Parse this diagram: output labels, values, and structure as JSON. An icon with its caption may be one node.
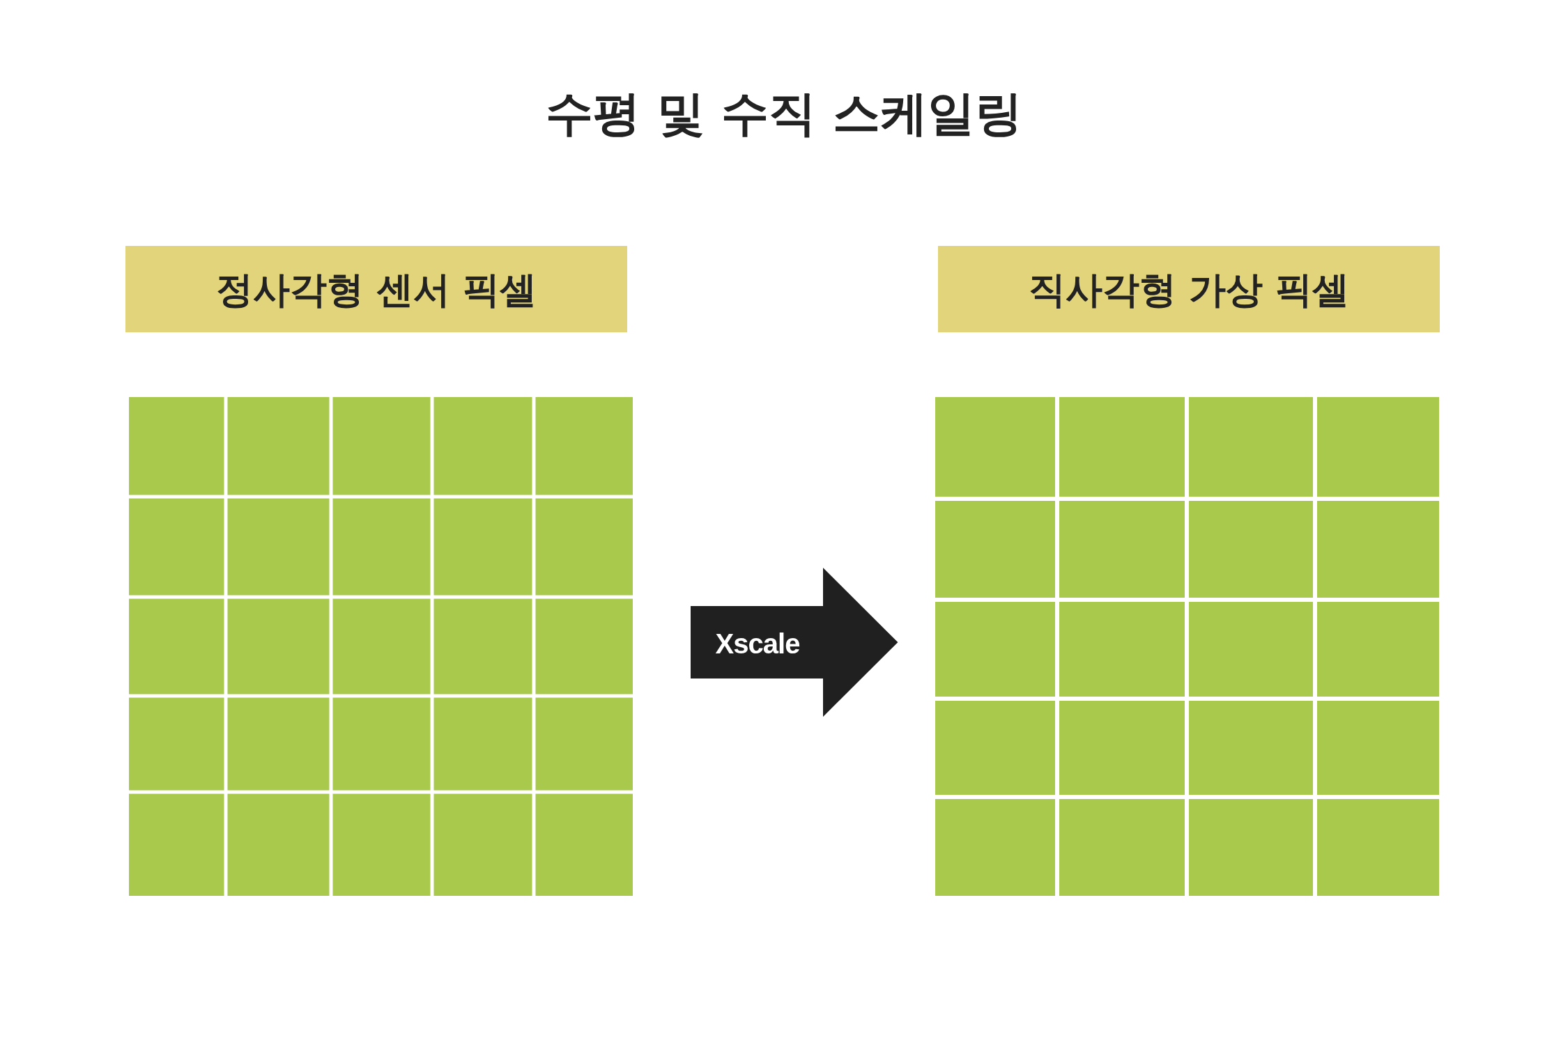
{
  "diagram": {
    "title": "수평 및 수직 스케일링",
    "nodes": [
      {
        "text": [
          "정사각형 센서 픽셀"
        ]
      },
      {
        "text": [
          "직사각형 가상 픽셀"
        ]
      },
      {
        "text": [],
        "shape": "grid"
      },
      {
        "text": [],
        "shape": "grid"
      }
    ],
    "edges": [
      {
        "from": 2,
        "to": 3,
        "arrow": "to",
        "label": "Xscale"
      }
    ]
  }
}
